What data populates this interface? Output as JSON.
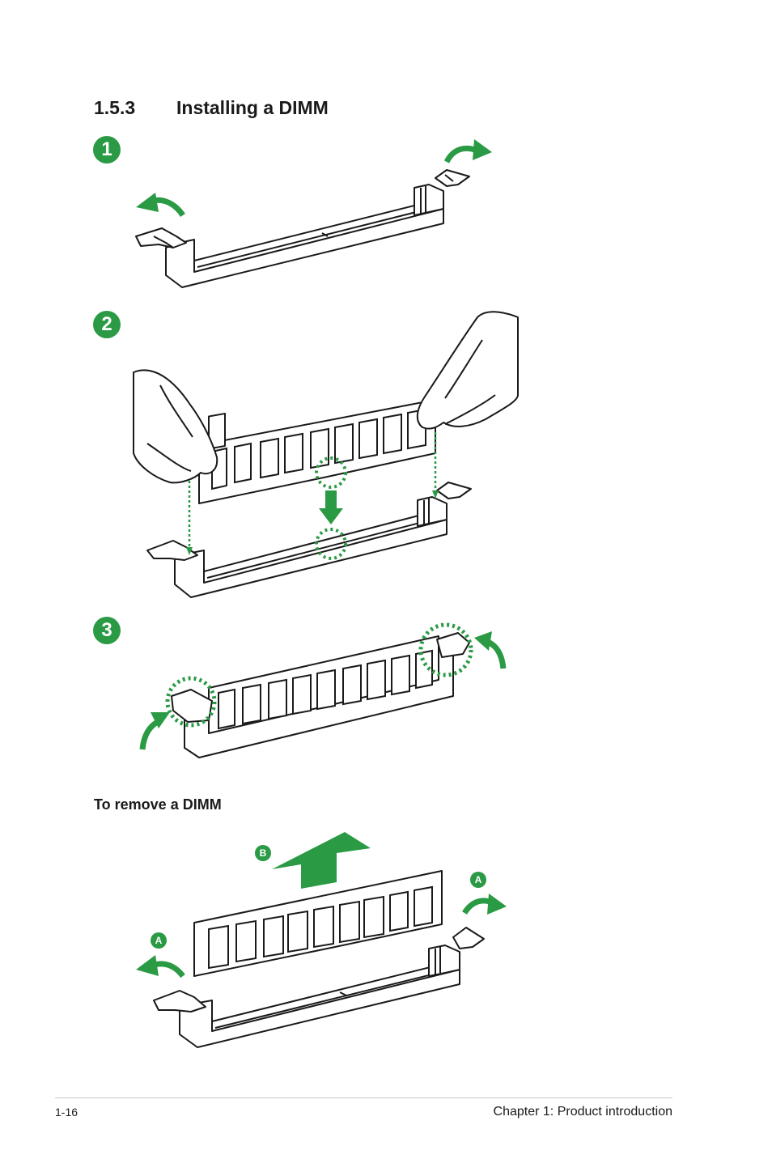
{
  "section": {
    "number": "1.5.3",
    "title": "Installing a DIMM"
  },
  "steps": [
    "1",
    "2",
    "3"
  ],
  "remove": {
    "heading": "To remove a DIMM",
    "label_a": "A",
    "label_b": "B"
  },
  "footer": {
    "page": "1-16",
    "chapter": "Chapter 1: Product introduction"
  },
  "colors": {
    "accent": "#2a9a44",
    "line": "#1a1a1a",
    "rule": "#c8c8c8"
  },
  "icons": [
    "curved-arrow-icon",
    "down-arrow-icon",
    "up-arrow-icon",
    "dotted-circle-icon",
    "hand-icon"
  ]
}
